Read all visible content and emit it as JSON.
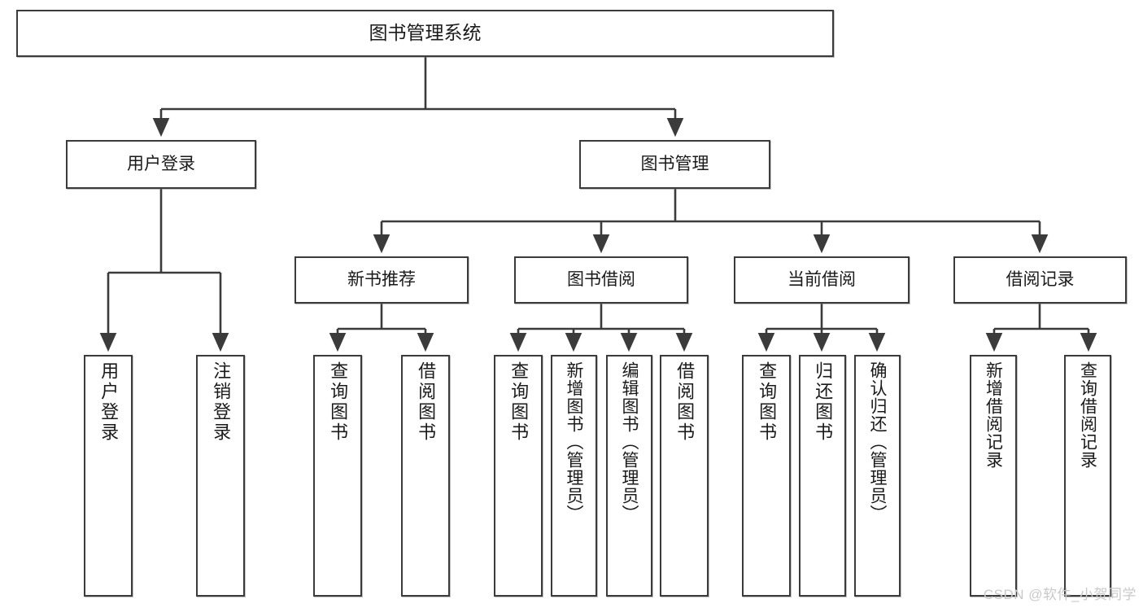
{
  "diagram": {
    "title": "图书管理系统",
    "type": "hierarchy-tree",
    "root": {
      "label": "图书管理系统"
    },
    "tier2": [
      {
        "label": "用户登录"
      },
      {
        "label": "图书管理"
      }
    ],
    "tier3": [
      {
        "label": "新书推荐"
      },
      {
        "label": "图书借阅"
      },
      {
        "label": "当前借阅"
      },
      {
        "label": "借阅记录"
      }
    ],
    "leaves": {
      "user_login": [
        {
          "label": "用户登录"
        },
        {
          "label": "注销登录"
        }
      ],
      "new_book_recommend": [
        {
          "label": "查询图书"
        },
        {
          "label": "借阅图书"
        }
      ],
      "book_borrow": [
        {
          "label": "查询图书"
        },
        {
          "label": "新增图书（管理员）"
        },
        {
          "label": "编辑图书（管理员）"
        },
        {
          "label": "借阅图书"
        }
      ],
      "current_borrow": [
        {
          "label": "查询图书"
        },
        {
          "label": "归还图书"
        },
        {
          "label": "确认归还（管理员）"
        }
      ],
      "borrow_record": [
        {
          "label": "新增借阅记录"
        },
        {
          "label": "查询借阅记录"
        }
      ]
    }
  },
  "watermark": {
    "text": "CSDN @软件_小贺同学"
  },
  "colors": {
    "border": "#3b3b3b",
    "text": "#1a1a1a",
    "background": "#ffffff",
    "watermark": "#c9c9c9"
  }
}
